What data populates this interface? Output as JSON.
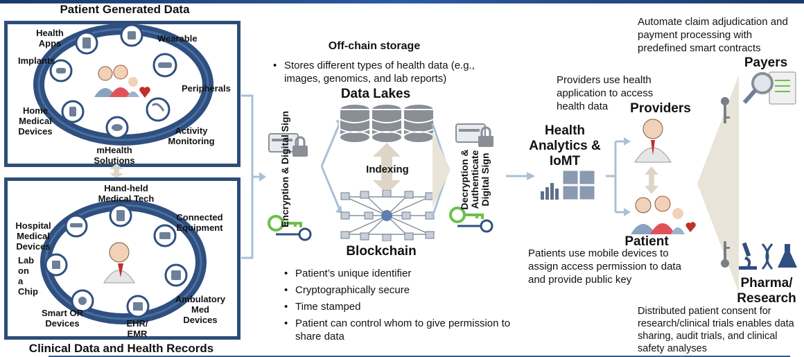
{
  "patient_generated": {
    "title": "Patient Generated Data",
    "items": {
      "health_apps": "Health Apps",
      "wearable": "Wearable",
      "implants": "Implants",
      "peripherals": "Peripherals",
      "home_medical": "Home Medical Devices",
      "activity": "Activity Monitoring",
      "mhealth": "mHealth Solutions"
    }
  },
  "clinical": {
    "title": "Clinical Data and Health Records",
    "items": {
      "handheld": "Hand-held Medical Tech",
      "connected": "Connected Equipment",
      "hospital": "Hospital Medical Devices",
      "lab_chip": "Lab on a Chip",
      "ambulatory": "Ambulatory Med Devices",
      "smart_or": "Smart OR Devices",
      "ehr": "EHR/ EMR"
    }
  },
  "encryption_label": "Encryption & Digital Sign",
  "offchain": {
    "title": "Off-chain storage",
    "bullet": "Stores different types of health data (e.g., images, genomics, and lab reports)"
  },
  "data_lakes": "Data Lakes",
  "indexing": "Indexing",
  "blockchain": {
    "title": "Blockchain",
    "bullets": [
      "Patient’s unique identifier",
      "Cryptographically secure",
      "Time stamped",
      "Patient can control whom to give permission to share data"
    ]
  },
  "decryption_label": "Decryption & Authenticate Digital Sign",
  "analytics": "Health Analytics & IoMT",
  "providers": {
    "label": "Providers",
    "desc": "Providers use health application to access health data"
  },
  "patient": {
    "label": "Patient",
    "desc": "Patients use mobile devices to assign access permission to data and provide public key"
  },
  "payers": {
    "label": "Payers",
    "desc": "Automate claim adjudication and payment processing with predefined smart contracts"
  },
  "pharma": {
    "label": "Pharma/ Research",
    "desc": "Distributed patient consent for research/clinical trials enables data sharing, audit trials, and clinical safety analyses"
  },
  "colors": {
    "panel_border": "#2e4d78",
    "ring": "#2f4f7f",
    "arrow": "#a9c0d6",
    "beige": "#ddd6c6",
    "db": "#8a8f96"
  }
}
